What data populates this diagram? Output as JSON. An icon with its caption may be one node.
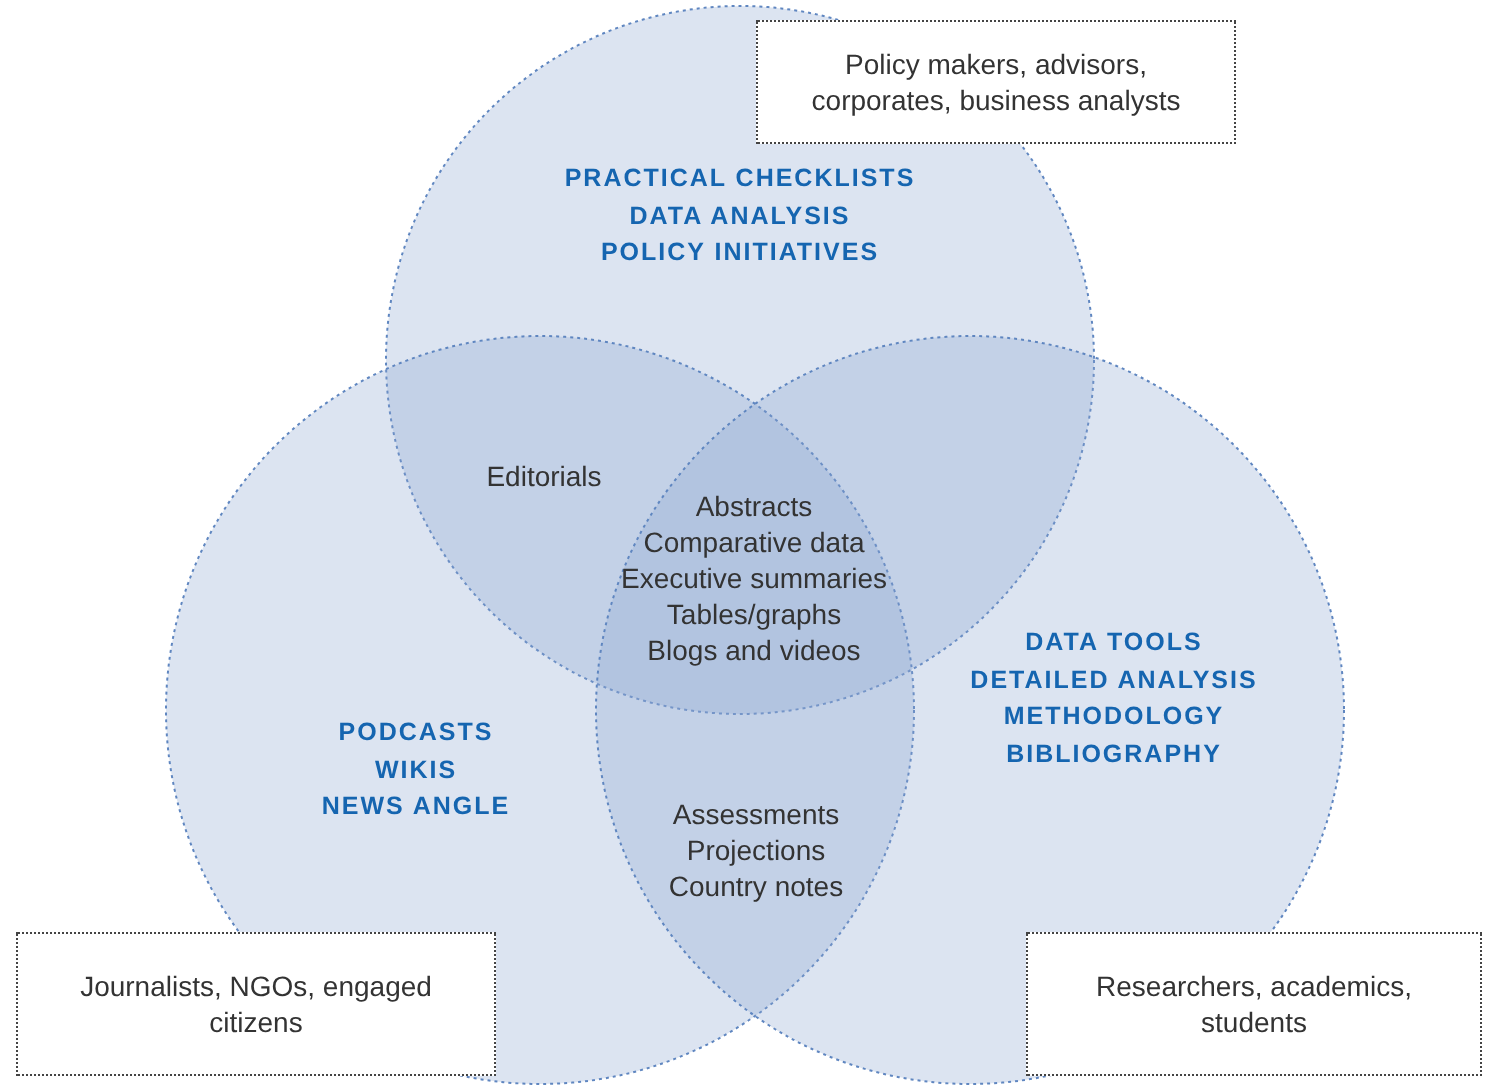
{
  "diagram": {
    "nodes": [
      {
        "text": [
          "PRACTICAL CHECKLISTS",
          "DATA ANALYSIS",
          "POLICY INITIATIVES"
        ]
      },
      {
        "text": [
          "PODCASTS",
          "WIKIS",
          "NEWS ANGLE"
        ]
      },
      {
        "text": [
          "DATA TOOLS",
          "DETAILED ANALYSIS",
          "METHODOLOGY",
          "BIBLIOGRAPHY"
        ]
      },
      {
        "text": [
          "Policy makers, advisors, corporates, business analysts"
        ]
      },
      {
        "text": [
          "Journalists, NGOs, engaged citizens"
        ]
      },
      {
        "text": [
          "Researchers, academics, students"
        ]
      }
    ],
    "edges": [],
    "labels": [
      "Editorials",
      "Abstracts",
      "Comparative data",
      "Executive summaries",
      "Tables/graphs",
      "Blogs and videos",
      "Assessments",
      "Projections",
      "Country notes"
    ]
  }
}
